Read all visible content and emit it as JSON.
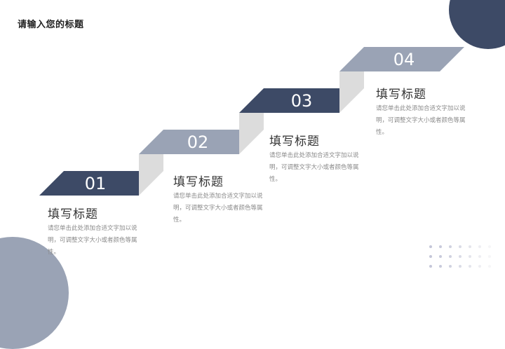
{
  "page": {
    "title": "请输入您的标题"
  },
  "colors": {
    "dark": "#3D4A66",
    "light": "#9AA3B5",
    "riser": "#DCDCDC"
  },
  "steps": [
    {
      "number": "01",
      "heading": "填写标题",
      "description": "请您单击此处添加合适文字加以说明，可调整文字大小或者颜色等属性。"
    },
    {
      "number": "02",
      "heading": "填写标题",
      "description": "请您单击此处添加合适文字加以说明，可调整文字大小或者颜色等属性。"
    },
    {
      "number": "03",
      "heading": "填写标题",
      "description": "请您单击此处添加合适文字加以说明，可调整文字大小或者颜色等属性。"
    },
    {
      "number": "04",
      "heading": "填写标题",
      "description": "请您单击此处添加合适文字加以说明，可调整文字大小或者颜色等属性。"
    }
  ]
}
